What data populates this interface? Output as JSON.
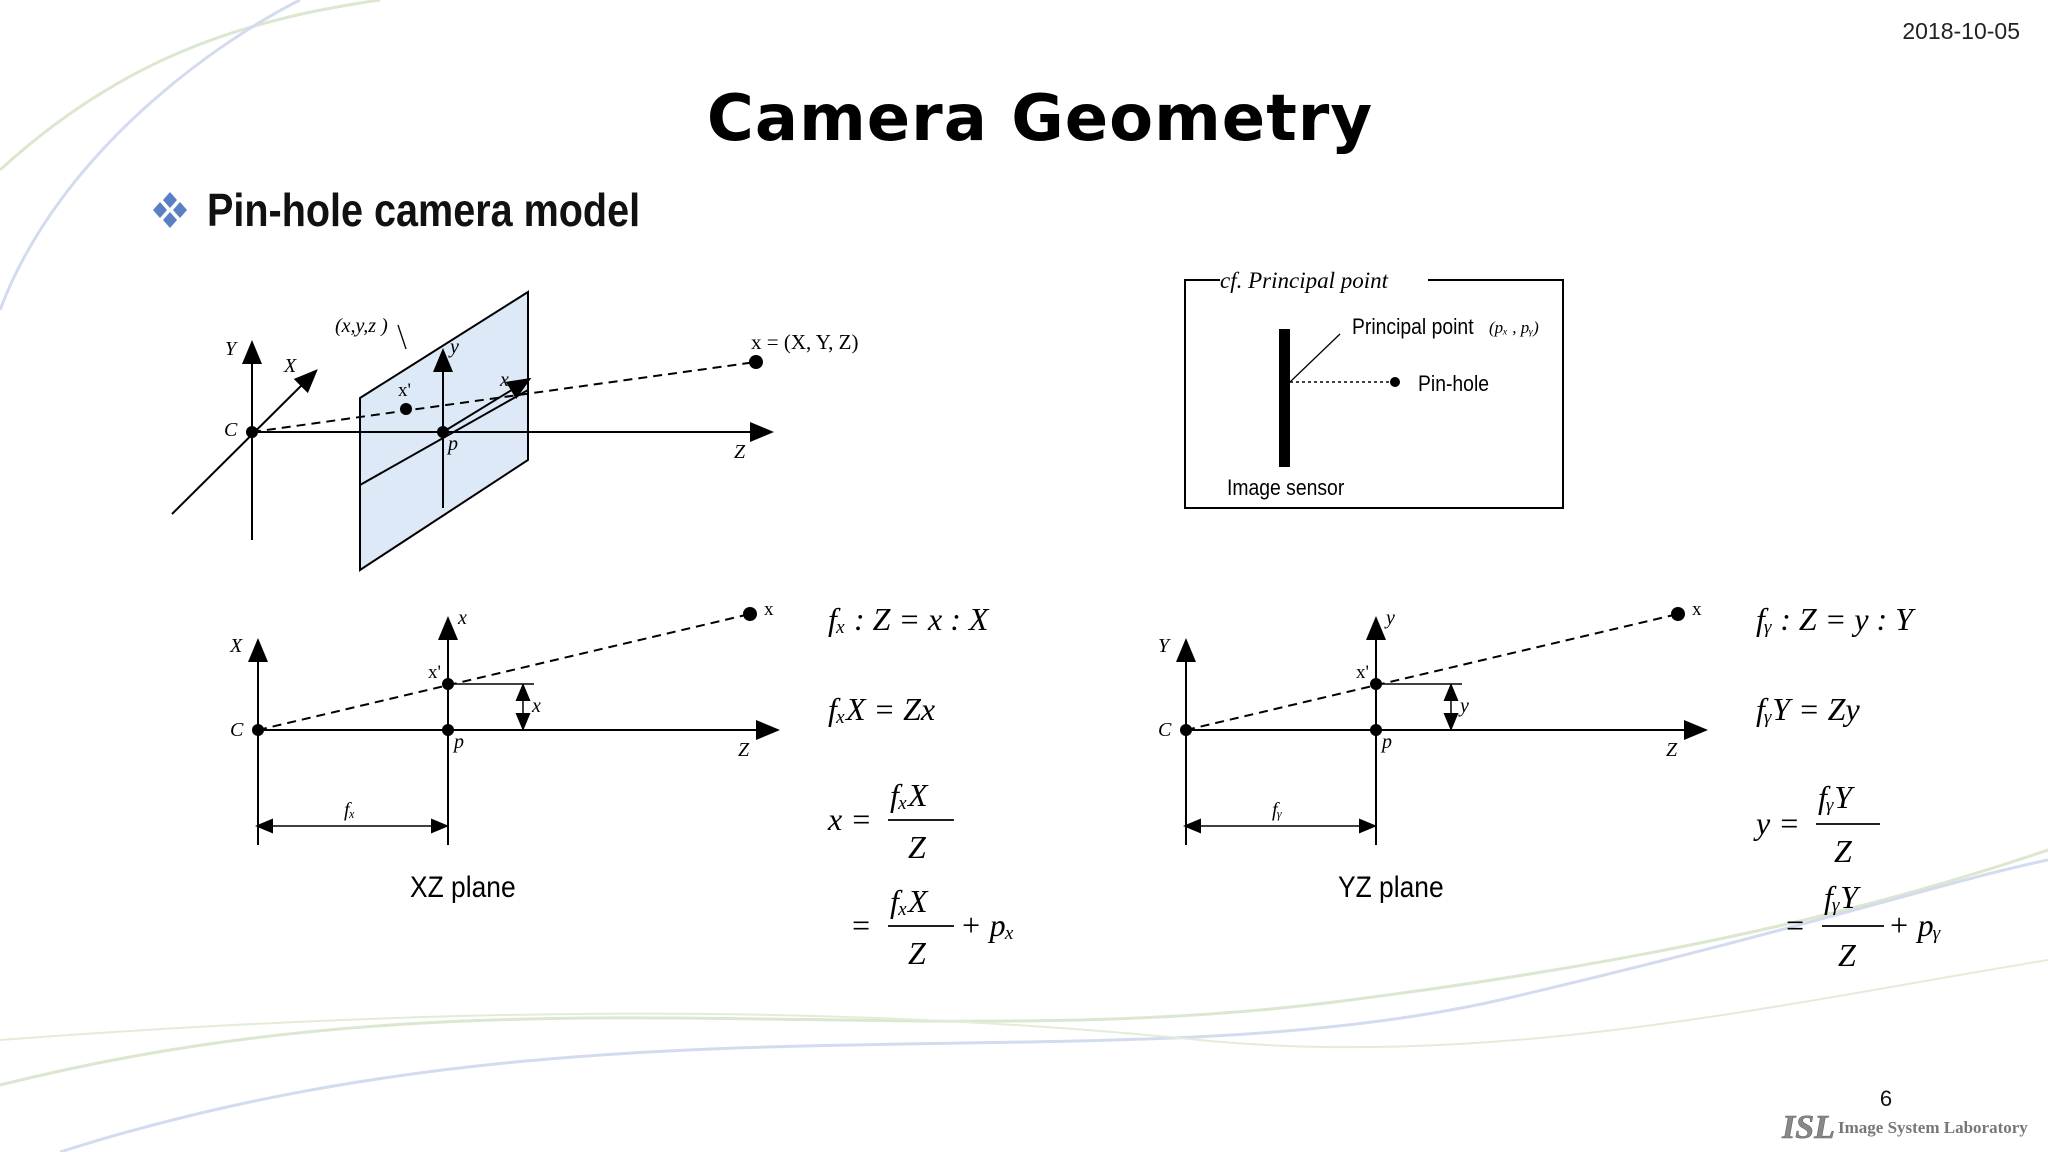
{
  "date": "2018-10-05",
  "title": "Camera Geometry",
  "bullet": "Pin-hole camera model",
  "page_number": "6",
  "logo": {
    "mark": "ISL",
    "text": "Image System Laboratory"
  },
  "diagram_3d": {
    "point_label": "(x,y,z )",
    "world_point_label": "x = (X, Y, Z)",
    "axis_Y": "Y",
    "axis_X": "X",
    "axis_Z": "Z",
    "image_axis_y": "y",
    "image_axis_x": "x",
    "camera_center": "C",
    "principal": "p",
    "projected": "x'"
  },
  "principal_box": {
    "title": "cf. Principal point",
    "principal_label": "Principal point",
    "principal_coords": "(pₓ , pᵧ)",
    "pinhole_label": "Pin-hole",
    "sensor_label": "Image sensor"
  },
  "xz_plane": {
    "caption": "XZ plane",
    "axis_vertical": "X",
    "axis_image": "x",
    "axis_Z": "Z",
    "camera_center": "C",
    "principal": "p",
    "projected": "x'",
    "point": "x",
    "offset": "x",
    "focal": "fₓ"
  },
  "yz_plane": {
    "caption": "YZ plane",
    "axis_vertical": "Y",
    "axis_image": "y",
    "axis_Z": "Z",
    "camera_center": "C",
    "principal": "p",
    "projected": "x'",
    "point": "x",
    "offset": "y",
    "focal": "fᵧ"
  },
  "equations_x": {
    "eq1": "fₓ : Z = x : X",
    "eq2": "fₓX = Zx",
    "eq3_lhs": "x =",
    "eq3_num": "fₓX",
    "eq3_den": "Z",
    "eq4_lhs": "=",
    "eq4_num": "fₓX",
    "eq4_den": "Z",
    "eq4_tail": "+ pₓ"
  },
  "equations_y": {
    "eq1": "fᵧ : Z = y : Y",
    "eq2": "fᵧY = Zy",
    "eq3_lhs": "y =",
    "eq3_num": "fᵧY",
    "eq3_den": "Z",
    "eq4_lhs": "=",
    "eq4_num": "fᵧY",
    "eq4_den": "Z",
    "eq4_tail": "+ pᵧ"
  },
  "colors": {
    "image_plane_fill": "#dde9f6",
    "bullet": "#5b7fc4",
    "background_wave_green": "#d9e8c9",
    "background_wave_blue": "#cfd8ec"
  }
}
